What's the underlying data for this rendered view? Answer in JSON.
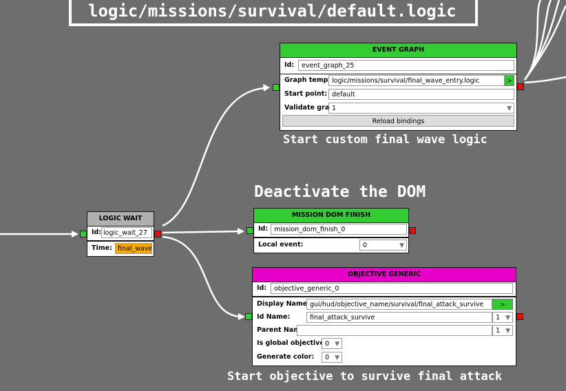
{
  "title": "logic/missions/survival/default.logic",
  "colors": {
    "event_header": "#33cc33",
    "wait_header": "#b0b0b0",
    "mission_header": "#33cc33",
    "objective_header": "#e600c8",
    "time_field": "#f5a800",
    "in_port": "#33cc33",
    "out_port": "#e01010"
  },
  "event_graph": {
    "header": "EVENT GRAPH",
    "id_label": "Id:",
    "id_value": "event_graph_25",
    "template_label": "Graph templa",
    "template_value": "logic/missions/survival/final_wave_entry.logic",
    "go_label": ">",
    "start_label": "Start point:",
    "start_value": "default",
    "validate_label": "Validate grap",
    "validate_value": "1",
    "reload_label": "Reload bindings",
    "caption": "Start custom final wave logic"
  },
  "logic_wait": {
    "header": "LOGIC WAIT",
    "id_label": "Id:",
    "id_value": "logic_wait_27",
    "time_label": "Time:",
    "time_value": "final_wave"
  },
  "mission_dom": {
    "caption": "Deactivate the DOM",
    "header": "MISSION DOM FINISH",
    "id_label": "Id:",
    "id_value": "mission_dom_finish_0",
    "event_label": "Local event:",
    "event_value": "0"
  },
  "objective": {
    "header": "OBJECTIVE GENERIC",
    "id_label": "Id:",
    "id_value": "objective_generic_0",
    "display_label": "Display Name:",
    "display_value": "gui/hud/objective_name/survival/final_attack_survive",
    "go_label": ">",
    "idname_label": "Id Name:",
    "idname_value": "final_attack_survive",
    "idname_count": "1",
    "parent_label": "Parent Name:",
    "parent_value": "",
    "parent_count": "1",
    "global_label": "Is global objective:",
    "global_value": "0",
    "color_label": "Generate color:",
    "color_value": "0",
    "caption": "Start objective to survive final attack"
  }
}
